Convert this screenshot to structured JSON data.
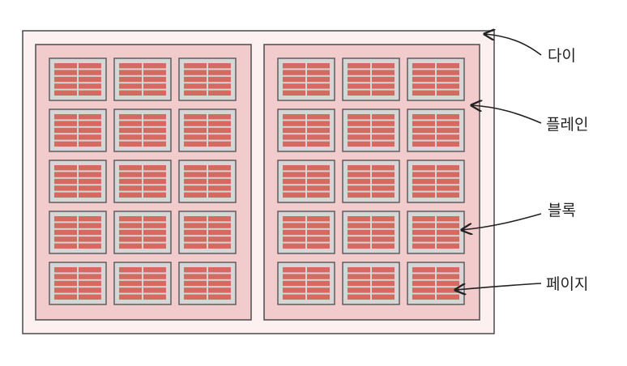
{
  "labels": {
    "die": "다이",
    "plane": "플레인",
    "block": "블록",
    "page": "페이지"
  },
  "structure": {
    "planes": 2,
    "block_rows": 5,
    "block_cols": 3,
    "page_rows": 5,
    "page_cols": 2
  },
  "colors": {
    "die_fill": "#fdf0f0",
    "plane_fill": "#f2cccc",
    "block_fill": "#d6d6d6",
    "page_fill": "#d46a60",
    "stroke": "#555555"
  }
}
